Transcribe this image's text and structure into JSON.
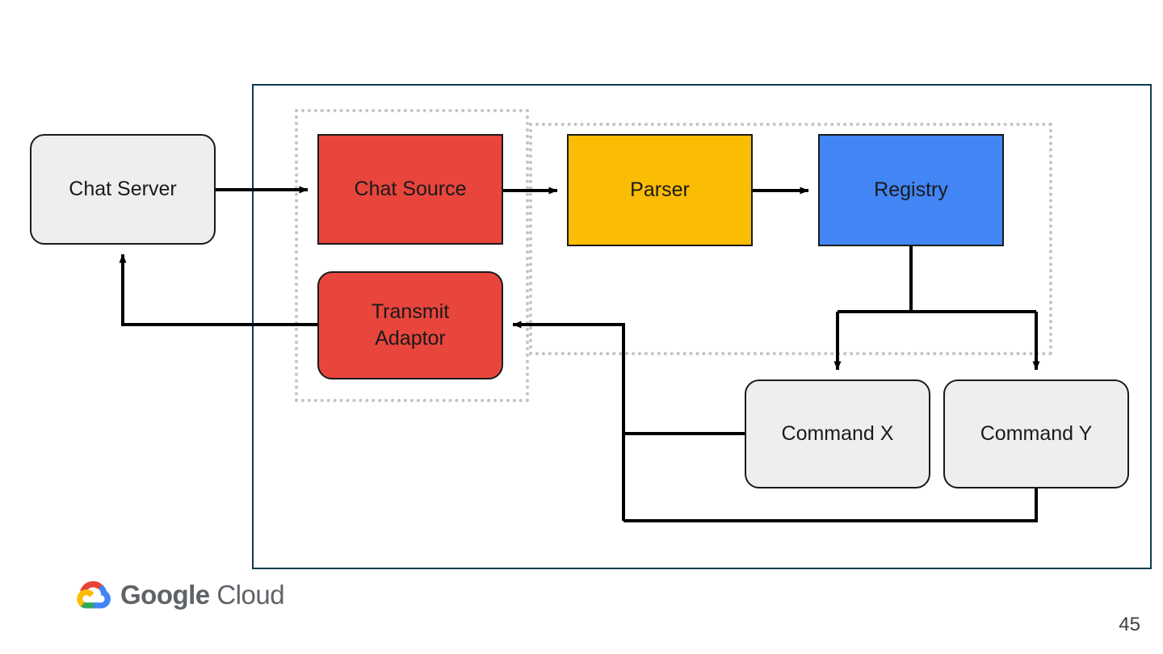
{
  "slide": {
    "page_number": "45",
    "brand": {
      "logo_icon": "google-cloud-logo-icon",
      "name_primary": "Google",
      "name_secondary": "Cloud"
    }
  },
  "diagram": {
    "type": "architecture-flow",
    "containers": [
      {
        "id": "outer-frame",
        "style": "solid",
        "color": "#0d3b52"
      },
      {
        "id": "dotted-group-adaptors",
        "style": "dotted",
        "color": "#c4c4c4"
      },
      {
        "id": "dotted-group-pipeline",
        "style": "dotted",
        "color": "#c4c4c4"
      }
    ],
    "nodes": [
      {
        "id": "chat-server",
        "label": "Chat Server",
        "shape": "rounded",
        "color": "#eeeeee"
      },
      {
        "id": "chat-source",
        "label": "Chat Source",
        "shape": "rect",
        "color": "#e8453c"
      },
      {
        "id": "parser",
        "label": "Parser",
        "shape": "rect",
        "color": "#fbbc04"
      },
      {
        "id": "registry",
        "label": "Registry",
        "shape": "rect",
        "color": "#4285f4"
      },
      {
        "id": "transmit-adaptor",
        "label_line1": "Transmit",
        "label_line2": "Adaptor",
        "shape": "rounded",
        "color": "#e8453c"
      },
      {
        "id": "command-x",
        "label": "Command X",
        "shape": "rounded",
        "color": "#eeeeee"
      },
      {
        "id": "command-y",
        "label": "Command Y",
        "shape": "rounded",
        "color": "#eeeeee"
      }
    ],
    "edges": [
      {
        "from": "chat-server",
        "to": "chat-source",
        "arrow": true
      },
      {
        "from": "chat-source",
        "to": "parser",
        "arrow": true
      },
      {
        "from": "parser",
        "to": "registry",
        "arrow": true
      },
      {
        "from": "registry",
        "to": "command-x",
        "arrow": true
      },
      {
        "from": "registry",
        "to": "command-y",
        "arrow": true
      },
      {
        "from": "command-x",
        "to": "transmit-adaptor",
        "arrow": true
      },
      {
        "from": "command-y",
        "to": "transmit-adaptor",
        "arrow": true
      },
      {
        "from": "transmit-adaptor",
        "to": "chat-server",
        "arrow": true
      }
    ]
  }
}
